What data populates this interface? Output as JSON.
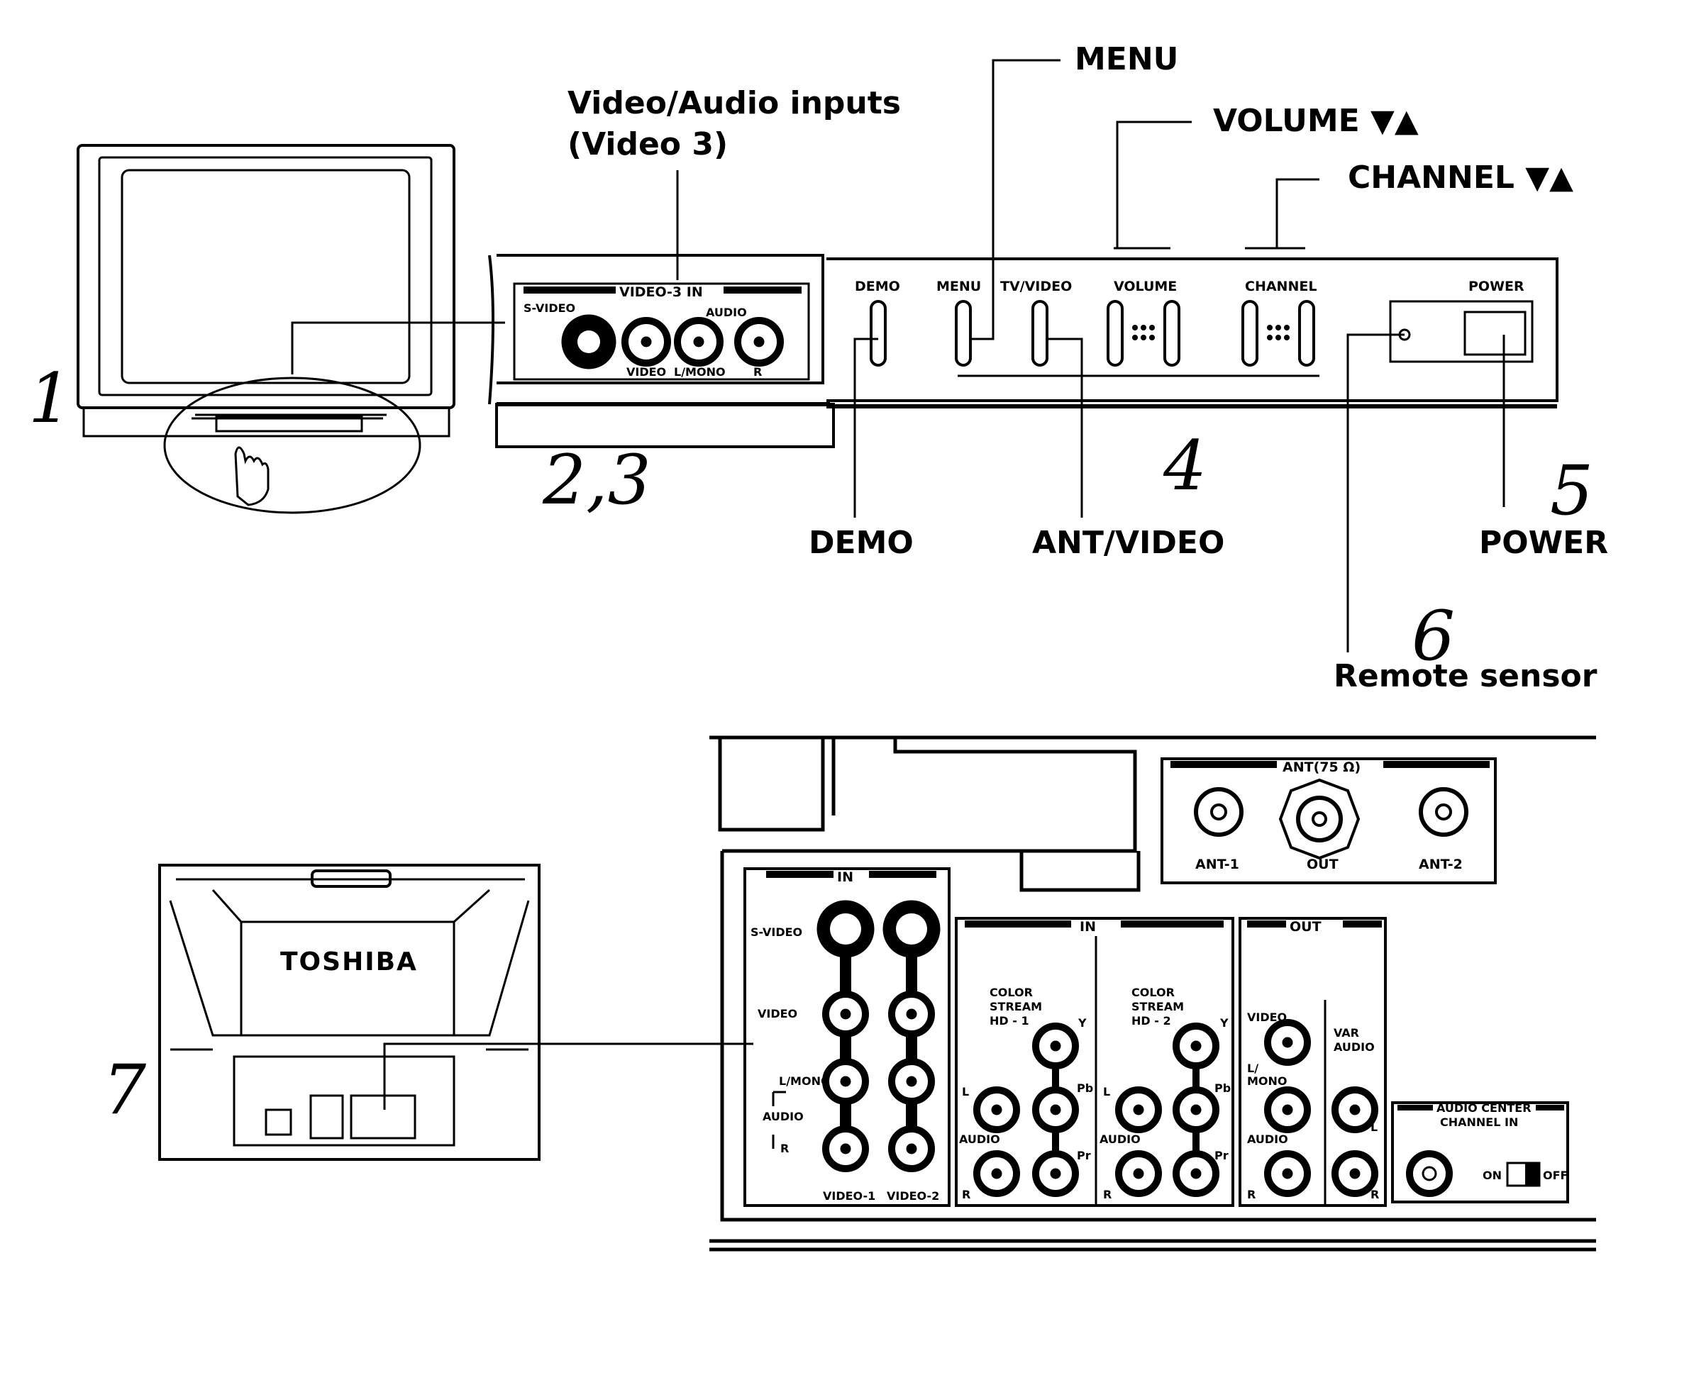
{
  "callouts": {
    "menu": "MENU",
    "video_audio_inputs_1": "Video/Audio inputs",
    "video_audio_inputs_2": "(Video 3)",
    "volume": "VOLUME ▼▲",
    "channel": "CHANNEL ▼▲",
    "demo": "DEMO",
    "ant_video": "ANT/VIDEO",
    "power": "POWER",
    "remote_sensor": "Remote sensor"
  },
  "steps": {
    "s1": "1",
    "s23": "2,3",
    "s4": "4",
    "s5": "5",
    "s6": "6",
    "s7": "7"
  },
  "front_panel": {
    "video3_in": "VIDEO-3 IN",
    "s_video": "S-VIDEO",
    "audio": "AUDIO",
    "video": "VIDEO",
    "l_mono": "L/MONO",
    "r": "R",
    "demo": "DEMO",
    "menu": "MENU",
    "tv_video": "TV/VIDEO",
    "volume": "VOLUME",
    "channel": "CHANNEL",
    "power": "POWER"
  },
  "rear_tv": {
    "brand": "TOSHIBA"
  },
  "rear_panel": {
    "ant_header": "ANT(75 Ω)",
    "ant1": "ANT-1",
    "out": "OUT",
    "ant2": "ANT-2",
    "in_left": "IN",
    "s_video": "S-VIDEO",
    "video": "VIDEO",
    "l_mono": "L/MONO",
    "audio": "AUDIO",
    "r": "R",
    "video1": "VIDEO-1",
    "video2": "VIDEO-2",
    "in_mid": "IN",
    "cs1_a": "COLOR",
    "cs1_b": "STREAM",
    "cs1_c": "HD - 1",
    "cs2_a": "COLOR",
    "cs2_b": "STREAM",
    "cs2_c": "HD - 2",
    "y": "Y",
    "pb": "Pb",
    "pr": "Pr",
    "l": "L",
    "out_header": "OUT",
    "out_video": "VIDEO",
    "out_lmono_a": "L/",
    "out_lmono_b": "MONO",
    "var_a": "VAR",
    "var_b": "AUDIO",
    "acc_a": "AUDIO CENTER",
    "acc_b": "CHANNEL IN",
    "on": "ON",
    "off": "OFF"
  }
}
